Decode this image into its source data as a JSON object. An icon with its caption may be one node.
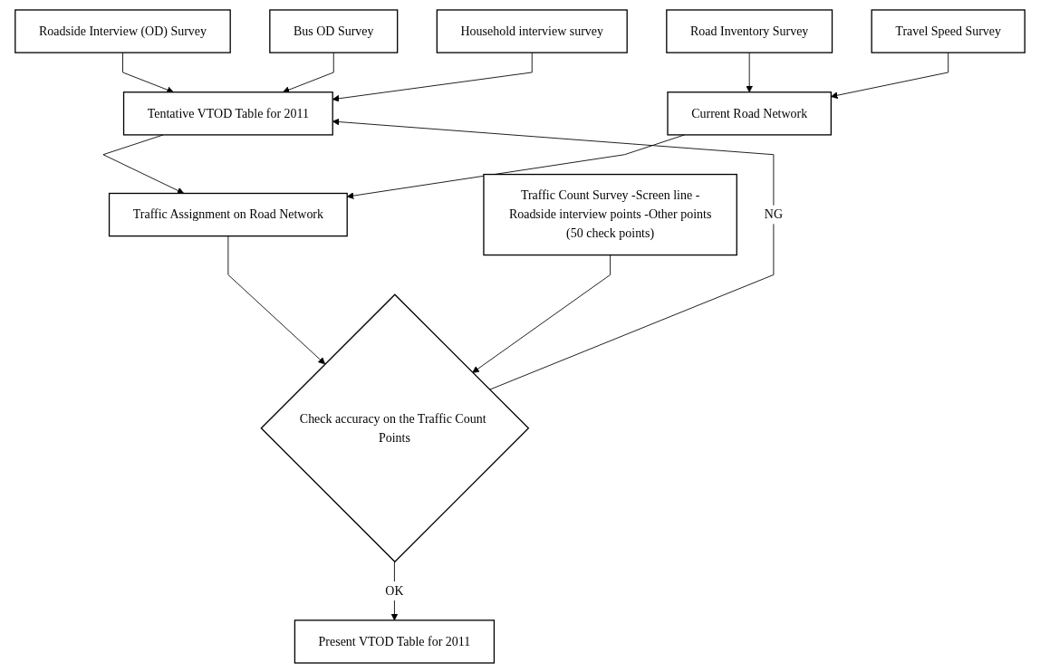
{
  "diagram": {
    "nodes": [
      {
        "text": [
          "Roadside Interview (OD) Survey"
        ]
      },
      {
        "text": [
          "Bus OD Survey"
        ]
      },
      {
        "text": [
          "Household interview survey"
        ]
      },
      {
        "text": [
          "Tentative VTOD Table for 2011"
        ]
      },
      {
        "text": [
          "Road Inventory Survey"
        ]
      },
      {
        "text": [
          "Travel Speed Survey"
        ]
      },
      {
        "text": [
          "Current Road Network"
        ]
      },
      {
        "text": [
          "Traffic Assignment on Road Network"
        ]
      },
      {
        "text": [
          "Traffic Count Survey -Screen line -Roadside interview points -Other points",
          "(50 check points)"
        ]
      },
      {
        "text": [
          "Check accuracy on the Traffic Count Points"
        ]
      },
      {
        "text": [
          "Present VTOD Table for 2011"
        ]
      }
    ],
    "edges": [
      {
        "from": 0,
        "to": 3,
        "arrow": "to"
      },
      {
        "from": 1,
        "to": 3,
        "arrow": "to"
      },
      {
        "from": 2,
        "to": 3,
        "arrow": "to"
      },
      {
        "from": 3,
        "to": 7,
        "arrow": "to"
      },
      {
        "from": 4,
        "to": 6,
        "arrow": "to"
      },
      {
        "from": 5,
        "to": 6,
        "arrow": "to"
      },
      {
        "from": 6,
        "to": 7,
        "arrow": "to"
      },
      {
        "from": 7,
        "to": 9,
        "arrow": "to"
      },
      {
        "from": 8,
        "to": 9,
        "arrow": "to"
      },
      {
        "from": 9,
        "to": 10,
        "arrow": "to",
        "label": "OK"
      },
      {
        "from": 9,
        "to": 3,
        "arrow": "to",
        "label": "NG"
      }
    ]
  }
}
